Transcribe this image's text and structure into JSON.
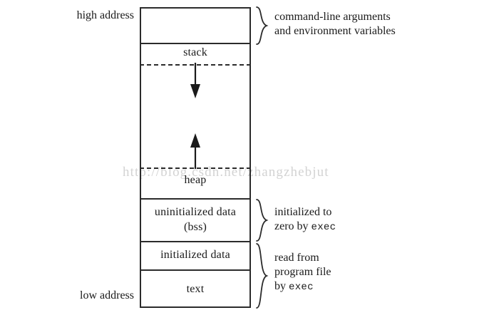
{
  "diagram": {
    "title": "C process memory layout",
    "address_labels": {
      "high": "high address",
      "low": "low address"
    },
    "segments": [
      {
        "name": "args-env",
        "label": ""
      },
      {
        "name": "stack",
        "label": "stack"
      },
      {
        "name": "stack-growth-region",
        "label": ""
      },
      {
        "name": "heap",
        "label": "heap"
      },
      {
        "name": "bss",
        "label_line1": "uninitialized data",
        "label_line2": "(bss)"
      },
      {
        "name": "initialized-data",
        "label": "initialized data"
      },
      {
        "name": "text",
        "label": "text"
      }
    ],
    "annotations": [
      {
        "name": "args-env-annotation",
        "line1": "command-line arguments",
        "line2": "and environment variables"
      },
      {
        "name": "bss-annotation",
        "line1": "initialized to",
        "line2_prefix": "zero by ",
        "line2_mono": "exec"
      },
      {
        "name": "data-text-annotation",
        "line1": "read from",
        "line2": "program file",
        "line3_prefix": "by ",
        "line3_mono": "exec"
      }
    ],
    "arrows": [
      {
        "name": "stack-grows-down-arrow",
        "direction": "down"
      },
      {
        "name": "heap-grows-up-arrow",
        "direction": "up"
      }
    ],
    "watermark": "http://blog.csdn.net/zhangzhebjut",
    "colors": {
      "background": "#ffffff",
      "stroke": "#2b2b2b",
      "text": "#1a1a1a",
      "watermark": "#d3d3d3"
    }
  }
}
